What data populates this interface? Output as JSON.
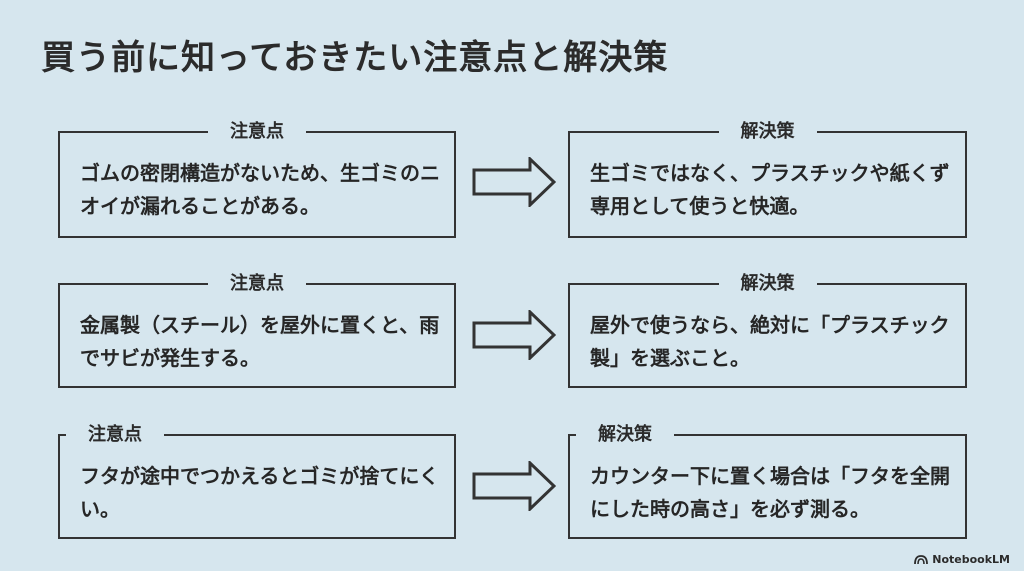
{
  "title": "買う前に知っておきたい注意点と解決策",
  "rows": [
    {
      "issue": {
        "label": "注意点",
        "text": "ゴムの密閉構造がないため、生ゴミのニオイが漏れることがある。"
      },
      "solution": {
        "label": "解決策",
        "text": "生ゴミではなく、プラスチックや紙くず専用として使うと快適。"
      }
    },
    {
      "issue": {
        "label": "注意点",
        "text": "金属製（スチール）を屋外に置くと、雨でサビが発生する。"
      },
      "solution": {
        "label": "解決策",
        "text": "屋外で使うなら、絶対に「プラスチック製」を選ぶこと。"
      }
    },
    {
      "issue": {
        "label": "注意点",
        "text": "フタが途中でつかえるとゴミが捨てにくい。"
      },
      "solution": {
        "label": "解決策",
        "text": "カウンター下に置く場合は「フタを全開にした時の高さ」を必ず測る。"
      }
    }
  ],
  "icons": {
    "arrow": "right-arrow-icon",
    "brand": "notebooklm-logo-icon"
  },
  "brand": "NotebookLM",
  "colors": {
    "background": "#d6e6ee",
    "border": "#333333",
    "text": "#262626"
  }
}
